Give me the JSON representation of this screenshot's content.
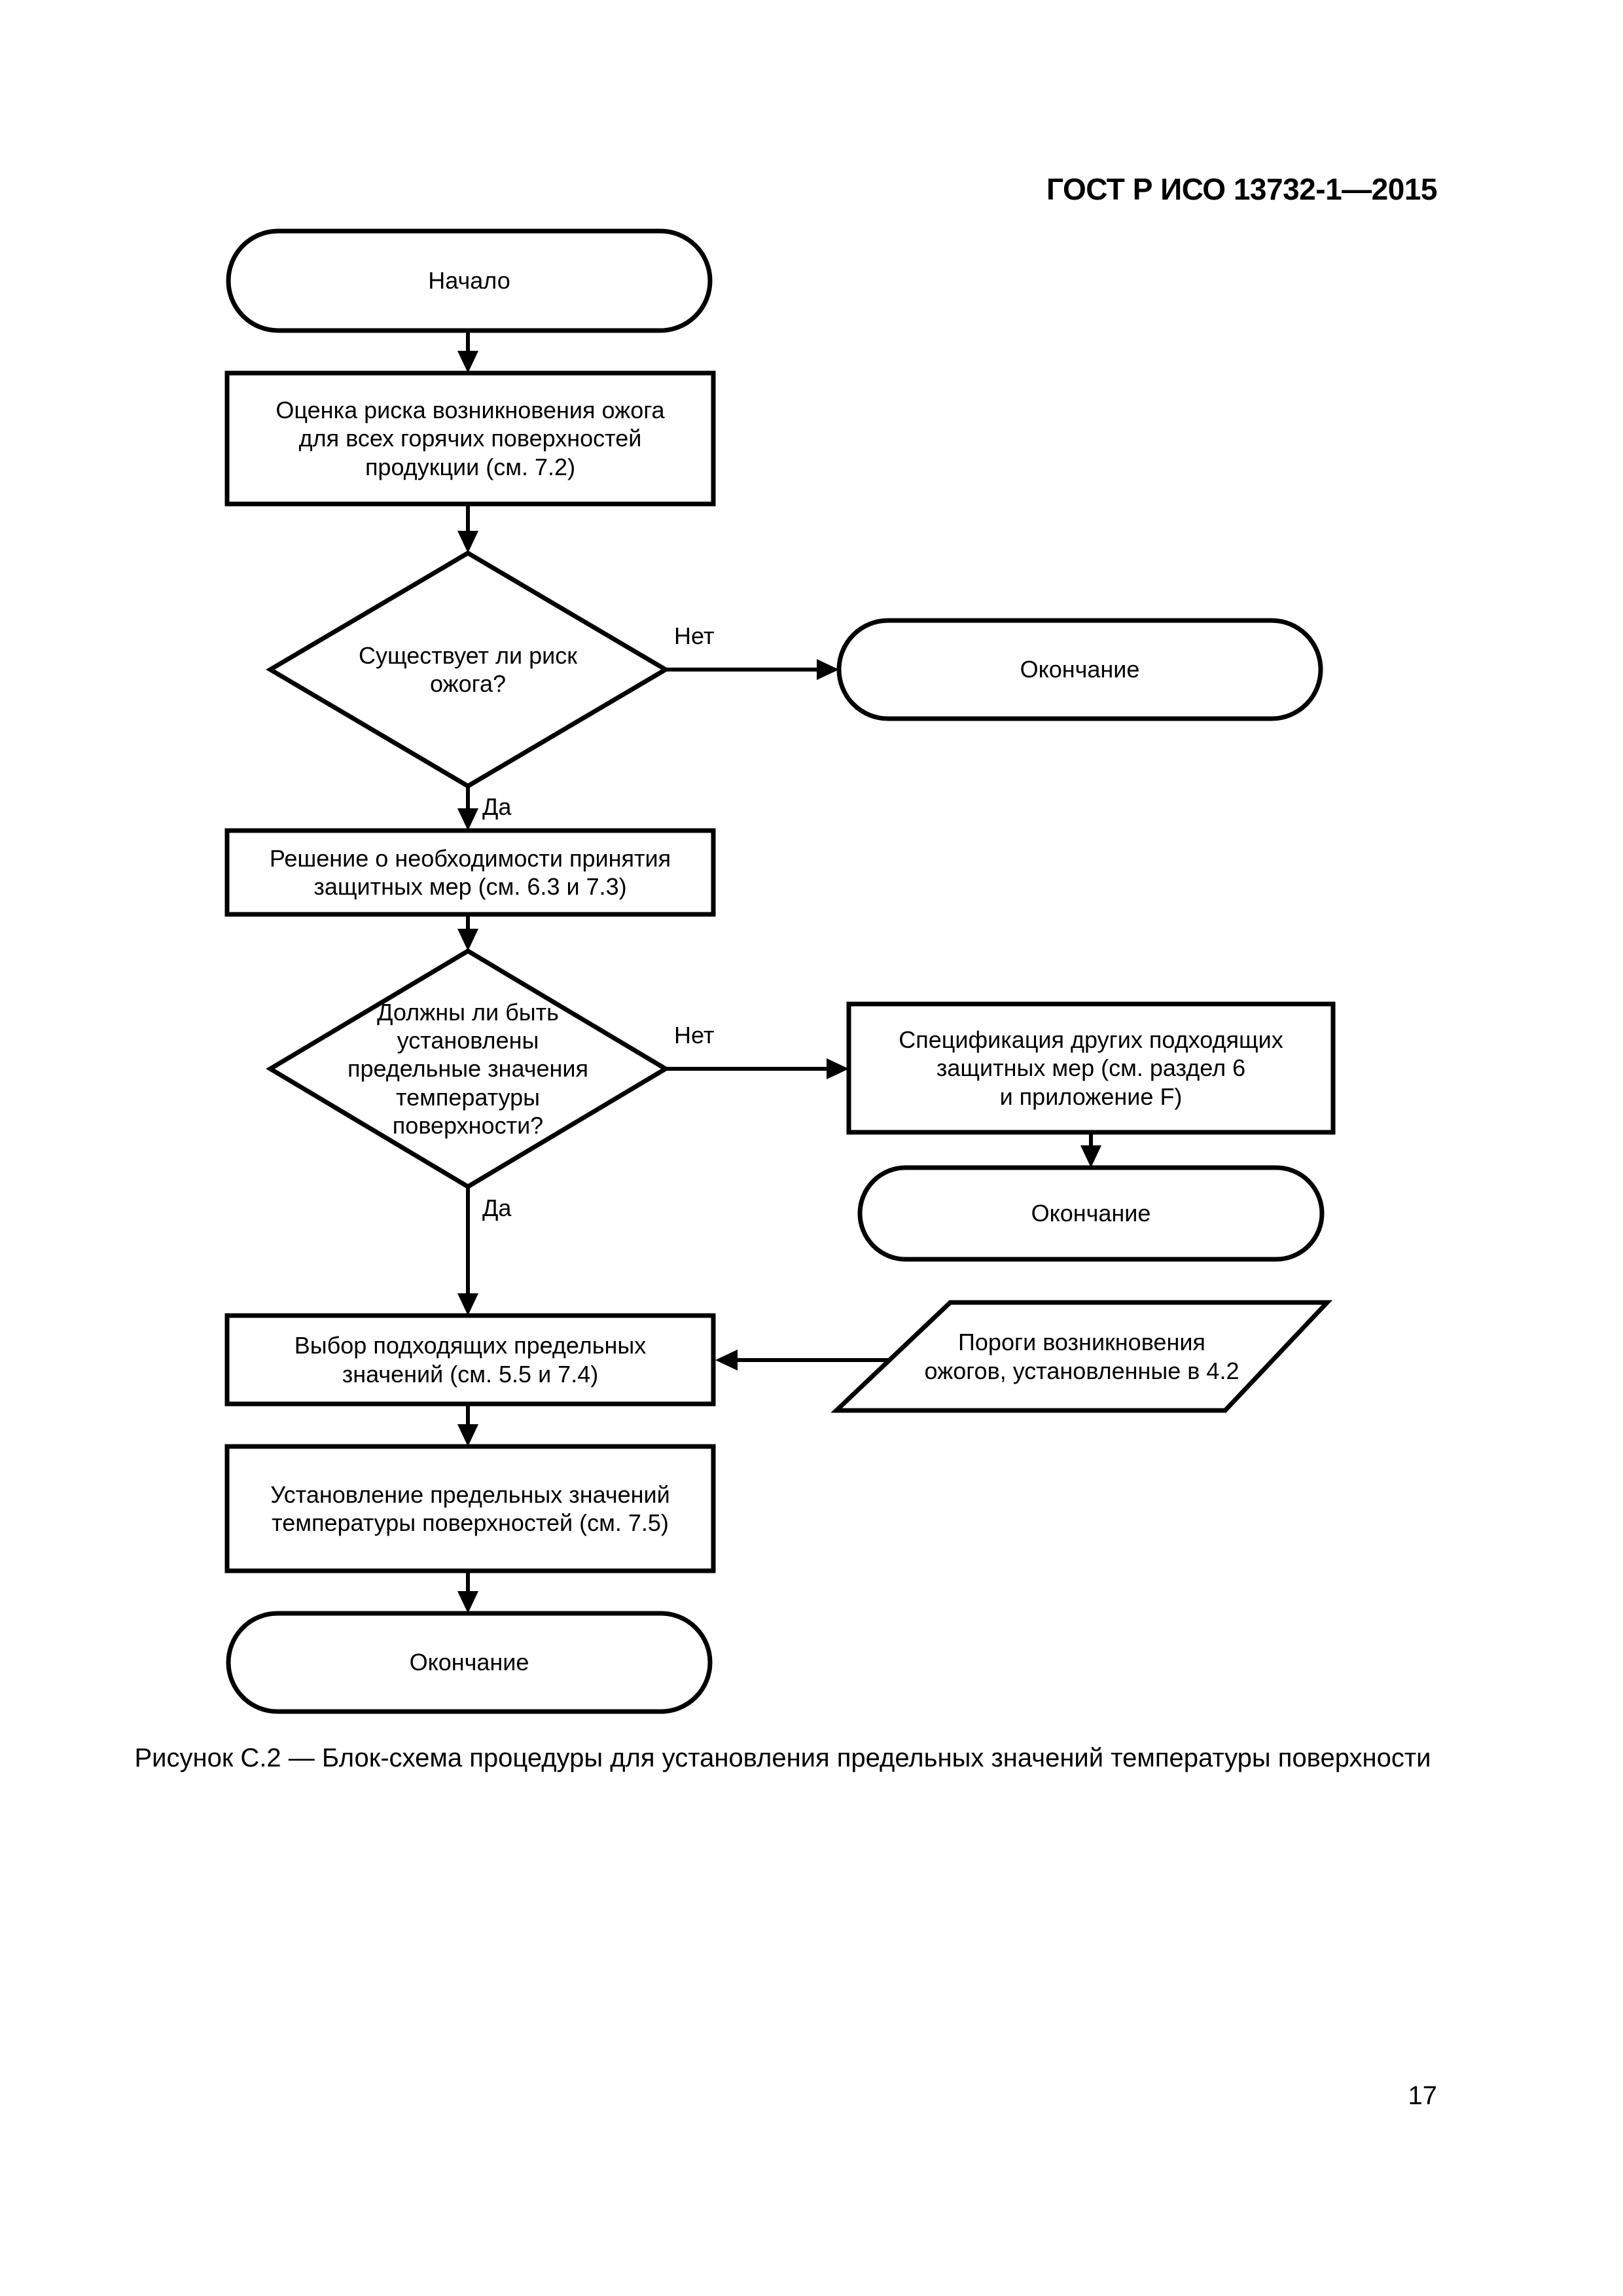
{
  "page": {
    "header": "ГОСТ Р ИСО 13732-1—2015",
    "caption": "Рисунок С.2 — Блок-схема процедуры для установления предельных значений температуры поверхности",
    "page_number": "17"
  },
  "flowchart": {
    "start": "Начало",
    "assess_risk": "Оценка риска возникновения ожога\nдля всех горячих поверхностей\nпродукции (см. 7.2)",
    "risk_question": "Существует ли риск\nожога?",
    "no_label_1": "Нет",
    "yes_label_1": "Да",
    "end_1": "Окончание",
    "decide_measures": "Решение о необходимости принятия\nзащитных мер (см. 6.3 и 7.3)",
    "limits_question": "Должны ли быть\nустановлены\nпредельные значения\nтемпературы\nповерхности?",
    "no_label_2": "Нет",
    "yes_label_2": "Да",
    "spec_other_measures": "Спецификация других подходящих\nзащитных мер (см. раздел 6\nи приложение F)",
    "end_2": "Окончание",
    "select_limits": "Выбор подходящих предельных\nзначений (см. 5.5 и 7.4)",
    "burn_thresholds": "Пороги возникновения\nожогов, установленные в 4.2",
    "establish_limits": "Установление предельных значений\nтемпературы поверхностей (см. 7.5)",
    "end_3": "Окончание"
  },
  "colors": {
    "ink": "#000000",
    "paper": "#ffffff"
  }
}
